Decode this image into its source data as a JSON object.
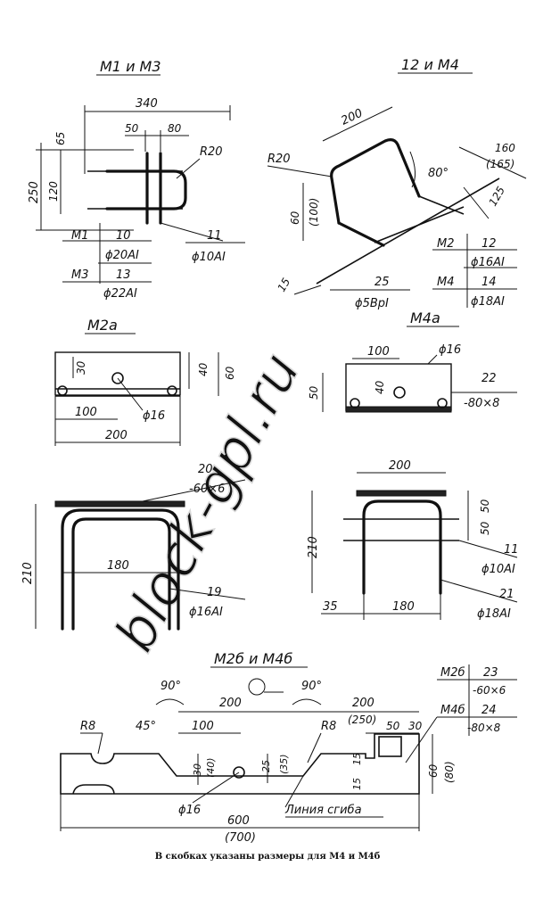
{
  "titles": {
    "m1m3": "М1 и М3",
    "m2m4": "12 и М4",
    "m2a": "М2а",
    "m4a": "М4а",
    "m2b_m4b": "М2б и М4б"
  },
  "m1m3": {
    "dim_340": "340",
    "dim_50": "50",
    "dim_80": "80",
    "dim_65": "65",
    "dim_120": "120",
    "dim_250": "250",
    "r20": "R20",
    "m1": "М1",
    "n10": "10",
    "phi20": "ϕ20АI",
    "m3": "М3",
    "n13": "13",
    "phi22": "ϕ22АI",
    "n11": "11",
    "phi10": "ϕ10АI"
  },
  "m2m4": {
    "dim_200": "200",
    "dim_160": "160",
    "dim_165": "(165)",
    "r20": "R20",
    "ang80": "80°",
    "dim_125": "125",
    "dim_60": "60",
    "dim_100": "(100)",
    "m2": "М2",
    "n12": "12",
    "phi16": "ϕ16АI",
    "n25": "25",
    "m4": "М4",
    "n14": "14",
    "dim_15": "15",
    "phi5": "ϕ5ВрI",
    "phi18": "ϕ18АI"
  },
  "m2a": {
    "dim_30": "30",
    "dim_40": "40",
    "dim_60": "60",
    "dim_100": "100",
    "phi16": "ϕ16",
    "dim_200": "200"
  },
  "m4a": {
    "dim_100": "100",
    "phi16": "ϕ16",
    "dim_50": "50",
    "dim_40": "40",
    "n22": "22",
    "plate": "-80×8"
  },
  "front_left": {
    "n20": "20",
    "plate": "-60×6",
    "dim_180": "180",
    "dim_210": "210",
    "n19": "19",
    "phi16": "ϕ16АI"
  },
  "front_right": {
    "dim_200": "200",
    "dim_50a": "50",
    "dim_50b": "50",
    "dim_210": "210",
    "n11": "11",
    "phi10": "ϕ10АI",
    "n21": "21",
    "phi18": "ϕ18АI",
    "dim_35": "35",
    "dim_180": "180"
  },
  "m2b_m4b": {
    "ang90a": "90°",
    "dim_200": "200",
    "ang90b": "90°",
    "dim_200b": "200",
    "dim_250": "(250)",
    "r8a": "R8",
    "ang45": "45°",
    "dim_100": "100",
    "r8b": "R8",
    "dim_50": "50",
    "dim_30": "30",
    "dim_30v": "30",
    "dim_40v": "(40)",
    "dim_25": "25",
    "dim_35": "(35)",
    "dim_15a": "15",
    "dim_15b": "15",
    "dim_60": "60",
    "dim_80": "(80)",
    "phi16": "ϕ16",
    "bend_line": "Линия сгиба",
    "dim_600": "600",
    "dim_700": "(700)",
    "m2b": "М2б",
    "n23": "23",
    "plate23": "-60×6",
    "m4b": "М4б",
    "n24": "24",
    "plate24": "-80×8"
  },
  "watermark": "block-gpl.ru",
  "note": "В скобках указаны размеры для М4 и М4б"
}
